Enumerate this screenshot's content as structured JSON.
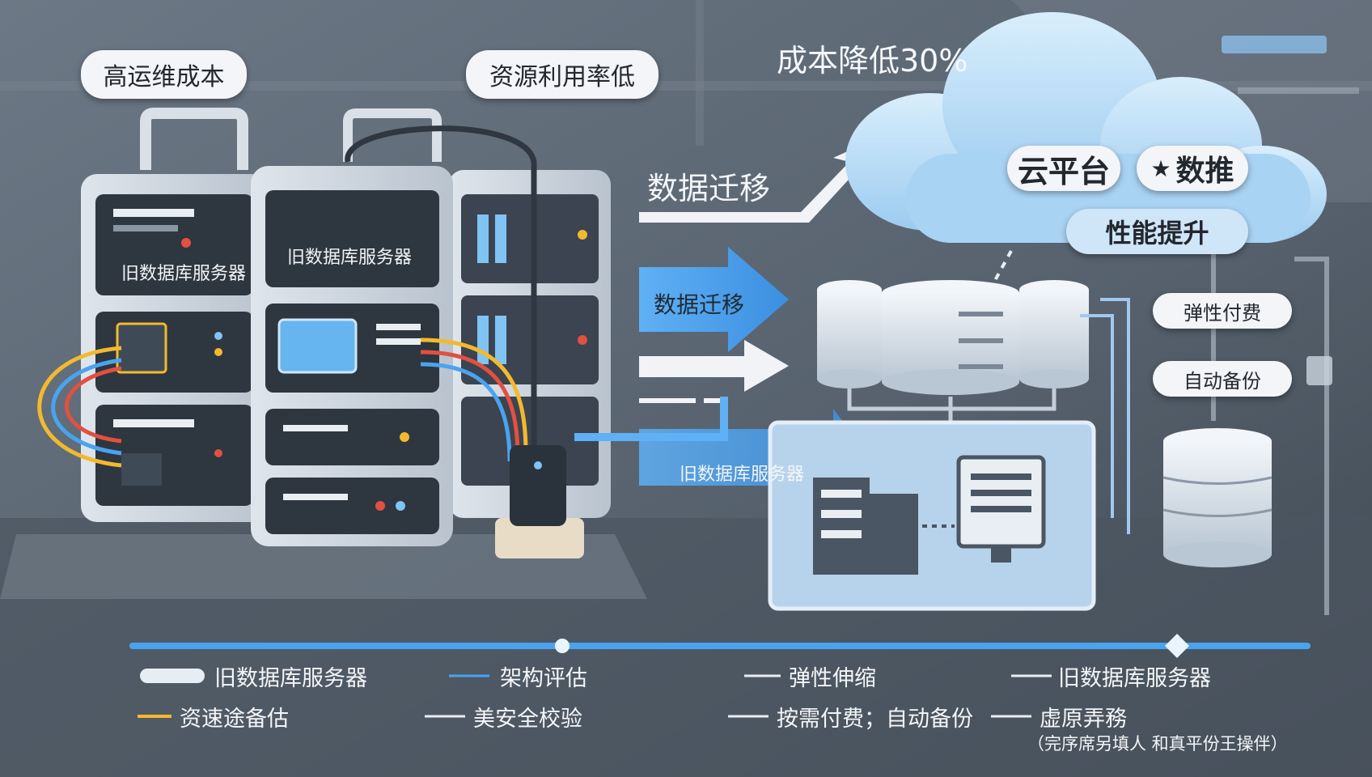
{
  "issues": {
    "ops_cost": "高运维成本",
    "low_util": "资源利用率低"
  },
  "cost_reduction": "成本降低30%",
  "migration": {
    "top": "数据迁移",
    "arrow": "数据迁移",
    "bottom_arrow": "旧数据库服务器"
  },
  "old_servers": {
    "left_label": "旧数据库服务器",
    "mid_label": "旧数据库服务器"
  },
  "cloud": {
    "title": "云平台",
    "title2": "数推",
    "perf": "性能提升"
  },
  "features": {
    "elastic_pay": "弹性付费",
    "auto_backup": "自动备份"
  },
  "legend": {
    "row1": [
      "旧数据库服务器",
      "架构评估",
      "弹性伸缩",
      "旧数据库服务器"
    ],
    "row2": [
      "资速途备估",
      "美安全校验",
      "按需付费；自动备份",
      "虚原弄務"
    ],
    "note": "（完序席另填人 和真平份王操伴）"
  },
  "colors": {
    "background": "#5a6673",
    "accent_blue": "#4aa3ef",
    "cable_yellow": "#f3b92e",
    "cable_red": "#e2503f",
    "cloud": "#c6e2f8"
  },
  "icons": [
    "star-icon",
    "database-stack-icon",
    "cloud-icon",
    "arrow-icon"
  ]
}
